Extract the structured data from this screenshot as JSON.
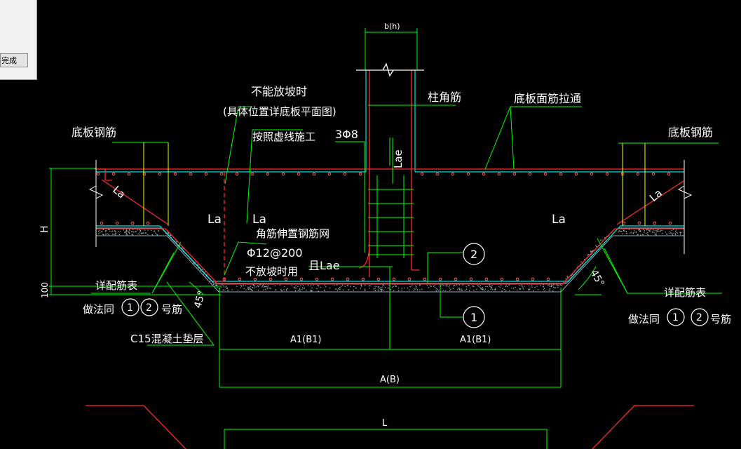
{
  "panel": {
    "button_label": "完成"
  },
  "colors": {
    "background": "#000000",
    "red": "#ff2a2a",
    "green": "#00ff00",
    "yellow": "#ffff00",
    "cyan": "#00ffff",
    "white": "#ffffff"
  },
  "labels": {
    "bh": "b(h)",
    "column_corner": "柱角筋",
    "slab_top_through": "底板面筋拉通",
    "no_slope_line1": "不能放坡时",
    "no_slope_line2": "(具体位置详底板平面图)",
    "dashed_line": "按照虚线施工",
    "stirrup": "3Φ8",
    "lae_vertical": "Lae",
    "slab_rebar_left": "底板钢筋",
    "slab_rebar_right": "底板钢筋",
    "la_left_slope": "La",
    "la_right_slope": "La",
    "la_mid_1": "La",
    "la_mid_2": "La",
    "la_right_mid": "La",
    "corner_mesh": "角筋伸置钢筋网",
    "phi12": "Φ12@200",
    "no_slope_use": "不放坡时用",
    "and_lae": "且Lae",
    "h": "H",
    "dim_100": "100",
    "detail_table_left": "详配筋表",
    "same_as_left": "做法同",
    "bar_no_left": "号筋",
    "detail_table_right": "详配筋表",
    "same_as_right": "做法同",
    "bar_no_right": "号筋",
    "c15": "C15混凝土垫层",
    "angle_left": "45°",
    "angle_right": "45°",
    "circle_1": "1",
    "circle_2": "2",
    "a1_left": "A1(B1)",
    "a1_right": "A1(B1)",
    "a_b": "A(B)",
    "l": "L"
  }
}
